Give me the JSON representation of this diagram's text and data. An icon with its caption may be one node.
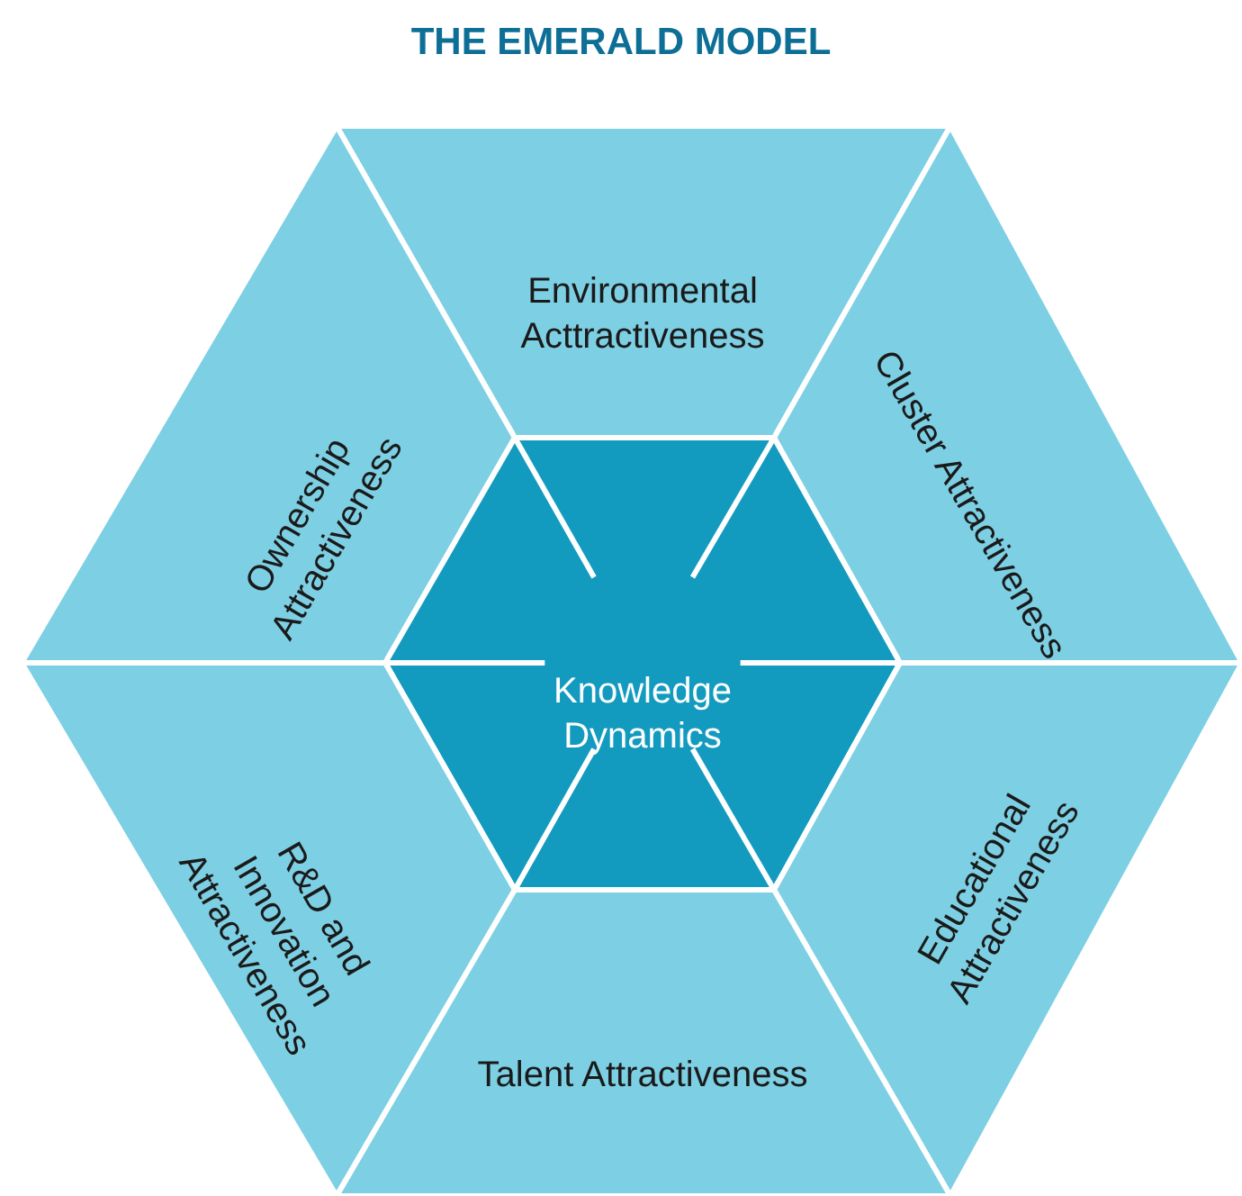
{
  "diagram": {
    "title": "THE EMERALD MODEL",
    "nodes": [
      {
        "text": [
          "Environmental Acttractiveness"
        ]
      },
      {
        "text": [
          "Ownership Attractiveness"
        ]
      },
      {
        "text": [
          "Cluster Attractiveness"
        ]
      },
      {
        "text": [
          "Knowledge Dynamics"
        ]
      },
      {
        "text": [
          "R&D and Innovation Attractiveness"
        ]
      },
      {
        "text": [
          "Educational Attractiveness"
        ]
      },
      {
        "text": [
          "Talent Attractiveness"
        ]
      }
    ],
    "edges": []
  }
}
